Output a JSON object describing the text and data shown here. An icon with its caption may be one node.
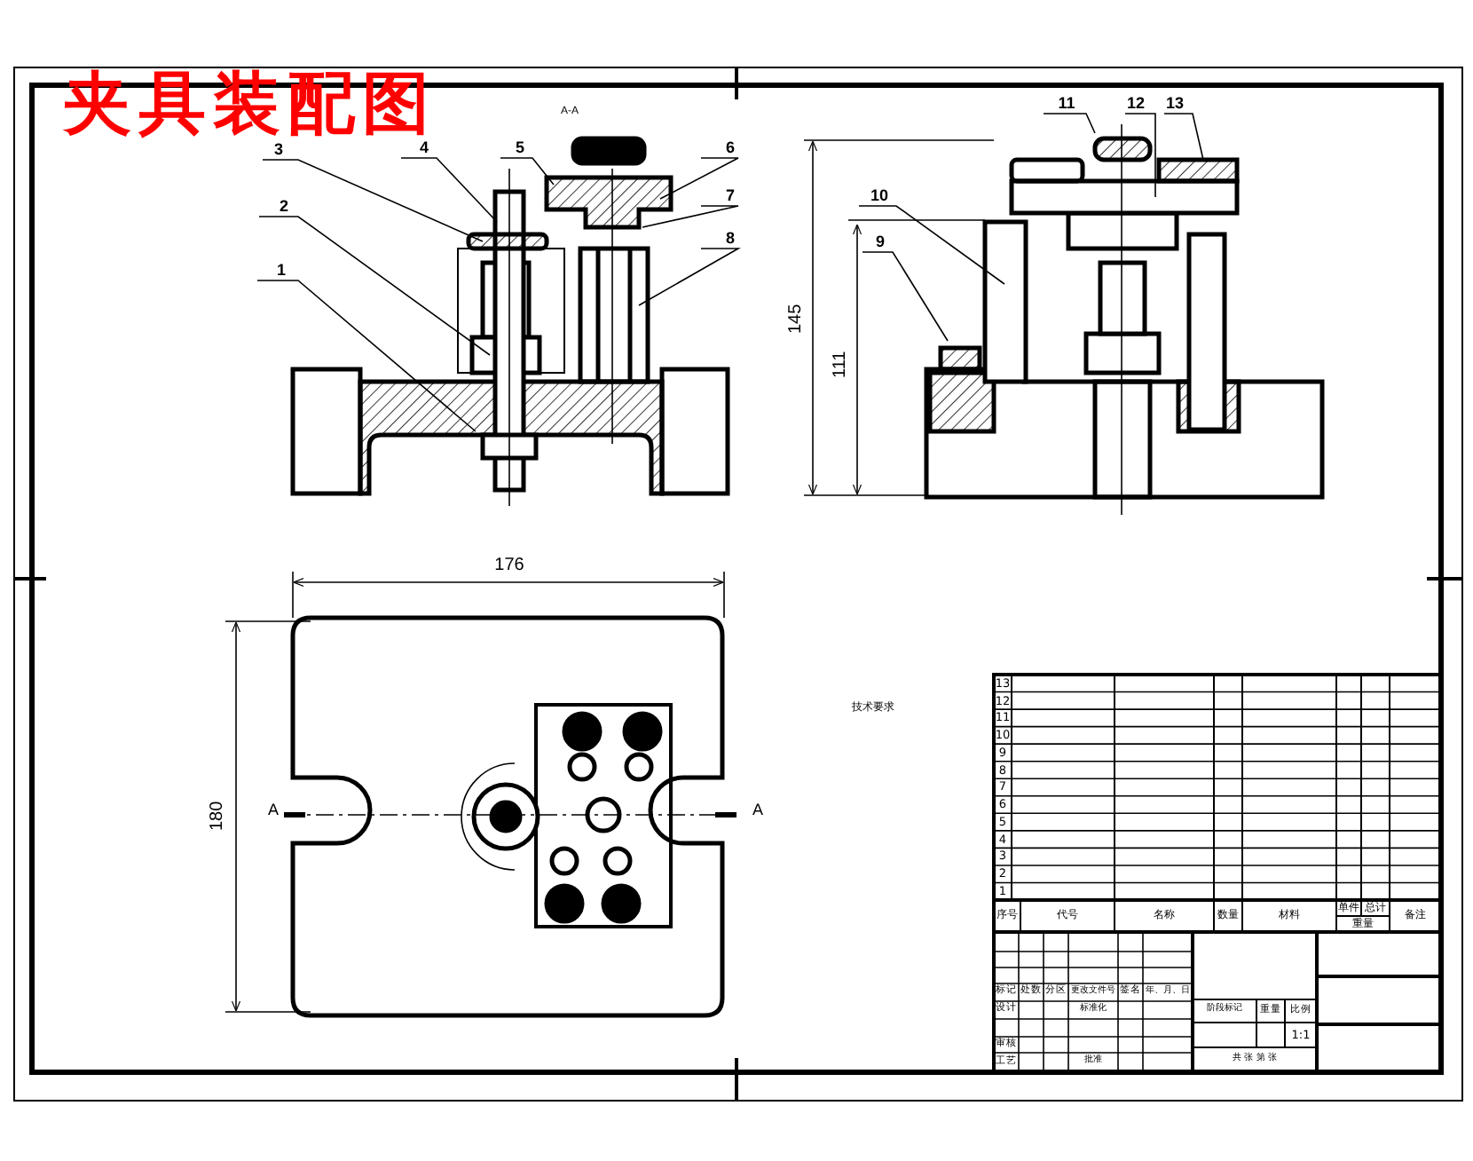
{
  "diagram": {
    "title": "夹具装配图",
    "nodes": [
      {
        "text": [
          "1"
        ]
      },
      {
        "text": [
          "2"
        ]
      },
      {
        "text": [
          "3"
        ]
      },
      {
        "text": [
          "4"
        ]
      },
      {
        "text": [
          "5"
        ]
      },
      {
        "text": [
          "6"
        ]
      },
      {
        "text": [
          "7"
        ]
      },
      {
        "text": [
          "8"
        ]
      },
      {
        "text": [
          "9"
        ]
      },
      {
        "text": [
          "10"
        ]
      },
      {
        "text": [
          "11"
        ]
      },
      {
        "text": [
          "12"
        ]
      },
      {
        "text": [
          "13"
        ]
      }
    ],
    "edges": [
      {
        "from": 0,
        "to": null,
        "arrow": "none"
      },
      {
        "from": 1,
        "to": null,
        "arrow": "none"
      },
      {
        "from": 2,
        "to": null,
        "arrow": "none"
      },
      {
        "from": 3,
        "to": null,
        "arrow": "none"
      },
      {
        "from": 4,
        "to": null,
        "arrow": "none"
      },
      {
        "from": 5,
        "to": null,
        "arrow": "none"
      },
      {
        "from": 6,
        "to": null,
        "arrow": "none"
      },
      {
        "from": 7,
        "to": null,
        "arrow": "none"
      },
      {
        "from": 8,
        "to": null,
        "arrow": "none"
      },
      {
        "from": 9,
        "to": null,
        "arrow": "none"
      },
      {
        "from": 10,
        "to": null,
        "arrow": "none"
      },
      {
        "from": 11,
        "to": null,
        "arrow": "none"
      },
      {
        "from": 12,
        "to": null,
        "arrow": "none"
      }
    ],
    "labels": [
      "A-A",
      "145",
      "111",
      "176",
      "180",
      "A",
      "A",
      "技术要求",
      "13",
      "12",
      "11",
      "10",
      "9",
      "8",
      "7",
      "6",
      "5",
      "4",
      "3",
      "2",
      "1",
      "序号",
      "代号",
      "名称",
      "数量",
      "材料",
      "单件",
      "总计",
      "重量",
      "备注",
      "标记",
      "处数",
      "分区",
      "更改文件号",
      "签名",
      "年、月、日",
      "设计",
      "标准化",
      "阶段标记",
      "重量",
      "比例",
      "审核",
      "1:1",
      "工艺",
      "批准",
      "共 张 第 张"
    ]
  }
}
